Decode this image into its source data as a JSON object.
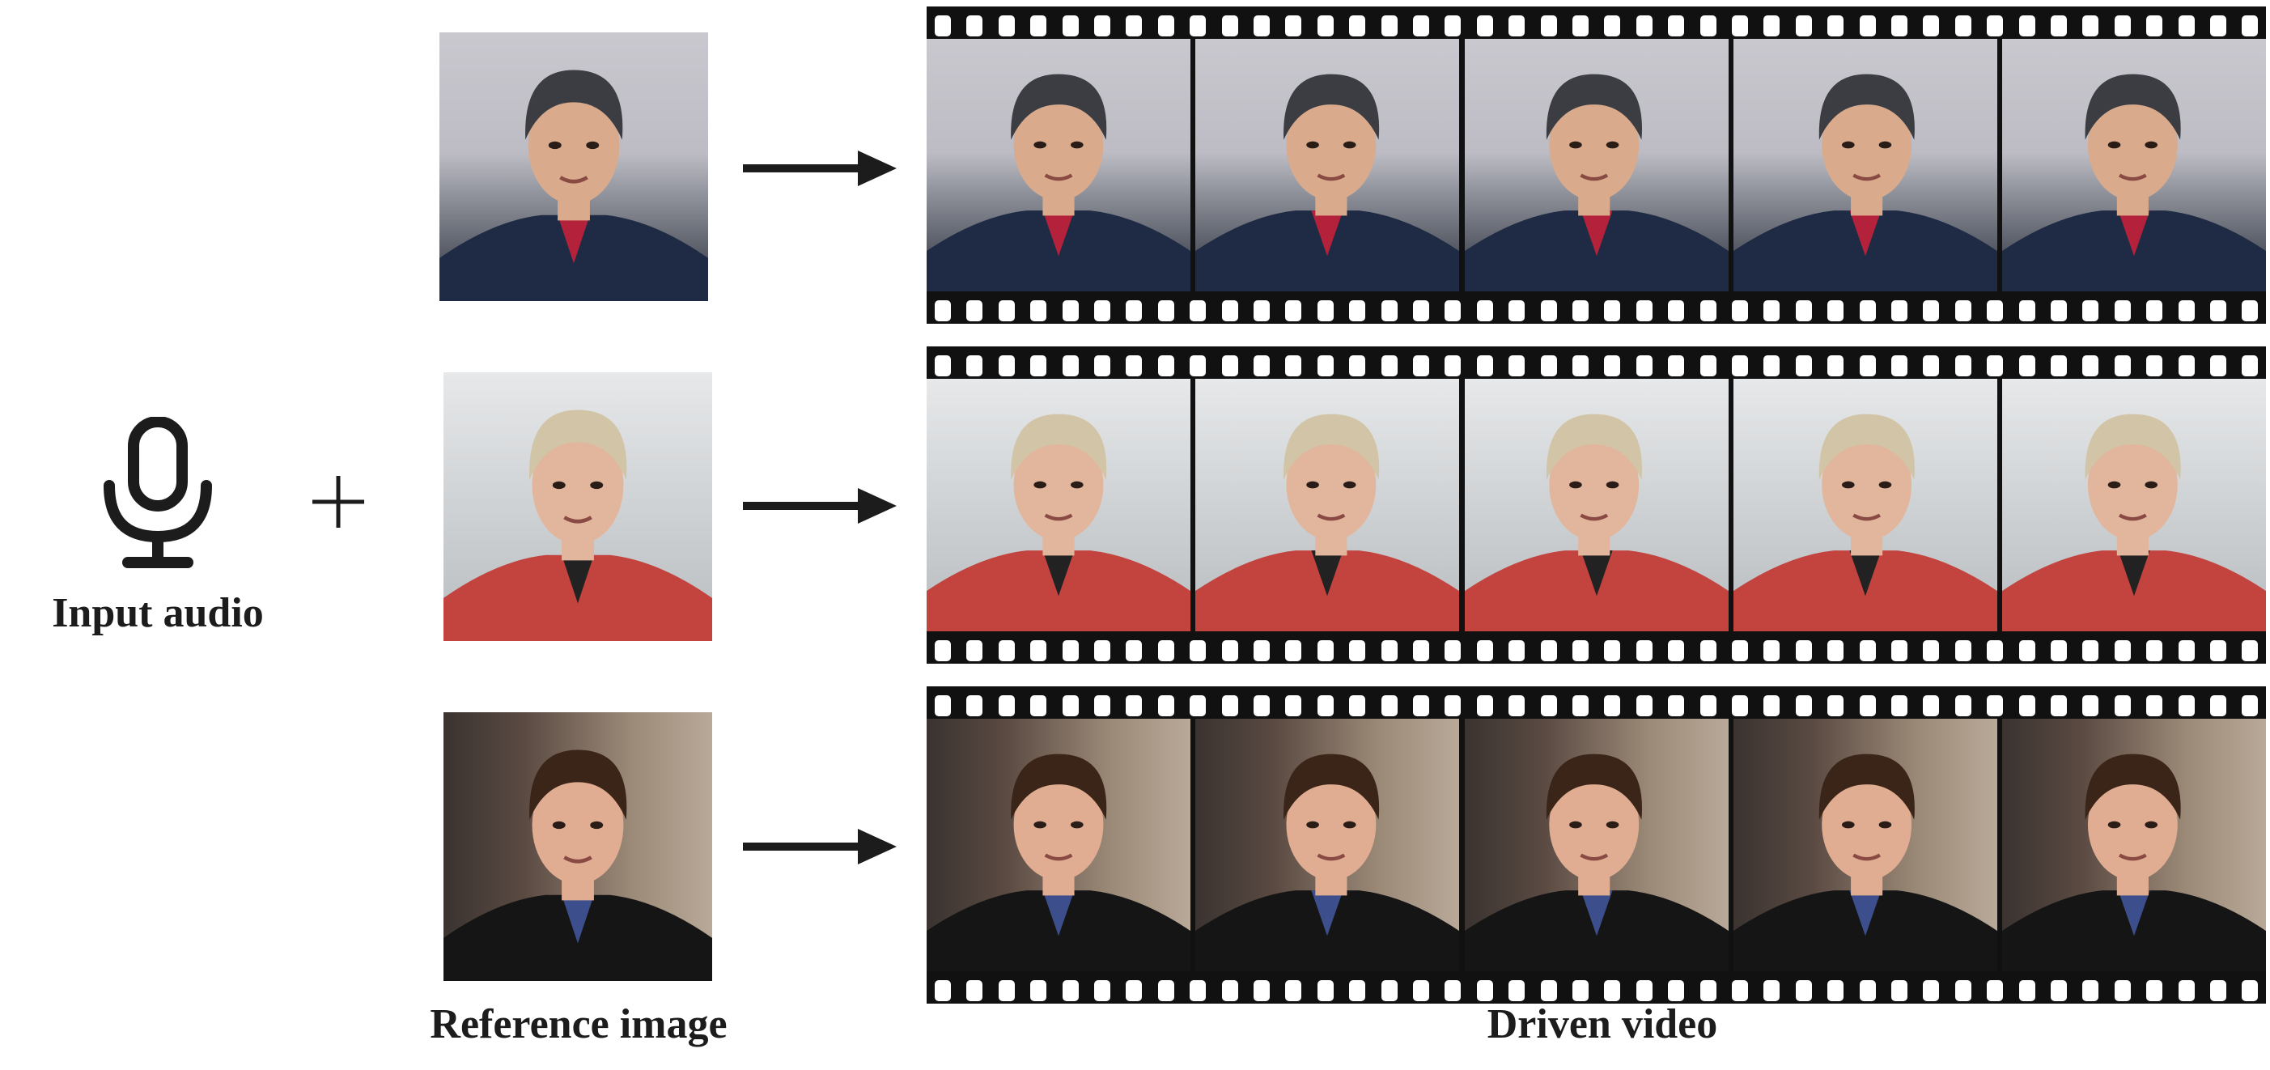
{
  "labels": {
    "input_audio": "Input audio",
    "reference_image": "Reference image",
    "driven_video": "Driven video"
  },
  "icons": [
    "microphone-icon",
    "plus-icon",
    "right-arrow-icon"
  ],
  "rows": [
    {
      "skin": "#d9ab8c",
      "hair": "#3b3d42",
      "top": "#1f2a44",
      "accent": "#b3223a",
      "frames": 5
    },
    {
      "skin": "#e2b59d",
      "hair": "#d2c4a6",
      "top": "#c3443e",
      "accent": "#222222",
      "frames": 5
    },
    {
      "skin": "#e0ad92",
      "hair": "#3b2418",
      "top": "#151515",
      "accent": "#3c4f8c",
      "frames": 5
    }
  ]
}
